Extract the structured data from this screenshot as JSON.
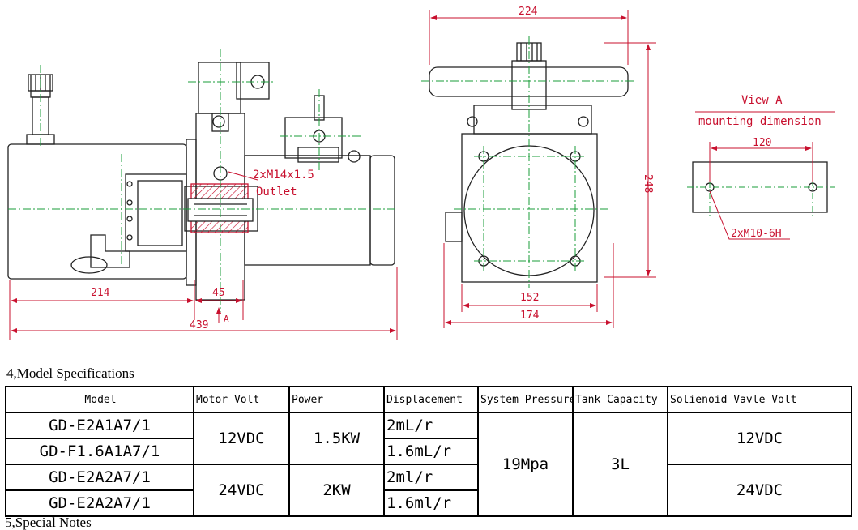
{
  "drawing": {
    "dimensions": {
      "d214": "214",
      "d45": "45",
      "d439": "439",
      "d224": "224",
      "d248": "248",
      "d152": "152",
      "d174": "174",
      "d120": "120"
    },
    "labels": {
      "outlet_thread": "2xM14x1.5",
      "outlet": "Outlet",
      "view_marker": "A",
      "view_title": "View A",
      "view_subtitle": "mounting dimension",
      "mount_thread": "2xM10-6H"
    }
  },
  "section_title": "4,Model Specifications",
  "spec_table": {
    "headers": [
      "Model",
      "Motor Volt",
      "Power",
      "Displacement",
      "System Pressure",
      "Tank Capacity",
      "Solienoid Vavle Volt"
    ],
    "models": [
      "GD-E2A1A7/1",
      "GD-F1.6A1A7/1",
      "GD-E2A2A7/1",
      "GD-E2A2A7/1"
    ],
    "motor_volt": [
      "12VDC",
      "24VDC"
    ],
    "power": [
      "1.5KW",
      "2KW"
    ],
    "displacement": [
      "2mL/r",
      "1.6mL/r",
      "2ml/r",
      "1.6ml/r"
    ],
    "system_pressure": "19Mpa",
    "tank_capacity": "3L",
    "solenoid_volt": [
      "12VDC",
      "24VDC"
    ]
  },
  "next_section": "5,Special Notes"
}
